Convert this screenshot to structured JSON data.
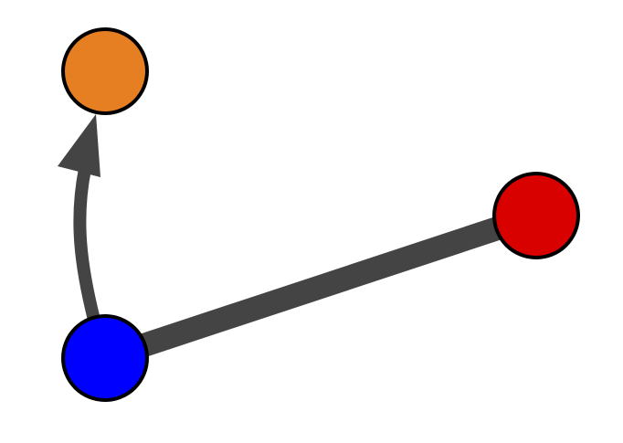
{
  "nodes": [
    {
      "id": "orange",
      "color": "#e67e22"
    },
    {
      "id": "red",
      "color": "#d90000"
    },
    {
      "id": "blue",
      "color": "#0000ff"
    }
  ],
  "edges": [
    {
      "from": "blue",
      "to": "orange",
      "directed": true,
      "color": "#444444"
    },
    {
      "from": "blue",
      "to": "red",
      "directed": false,
      "color": "#444444"
    }
  ]
}
